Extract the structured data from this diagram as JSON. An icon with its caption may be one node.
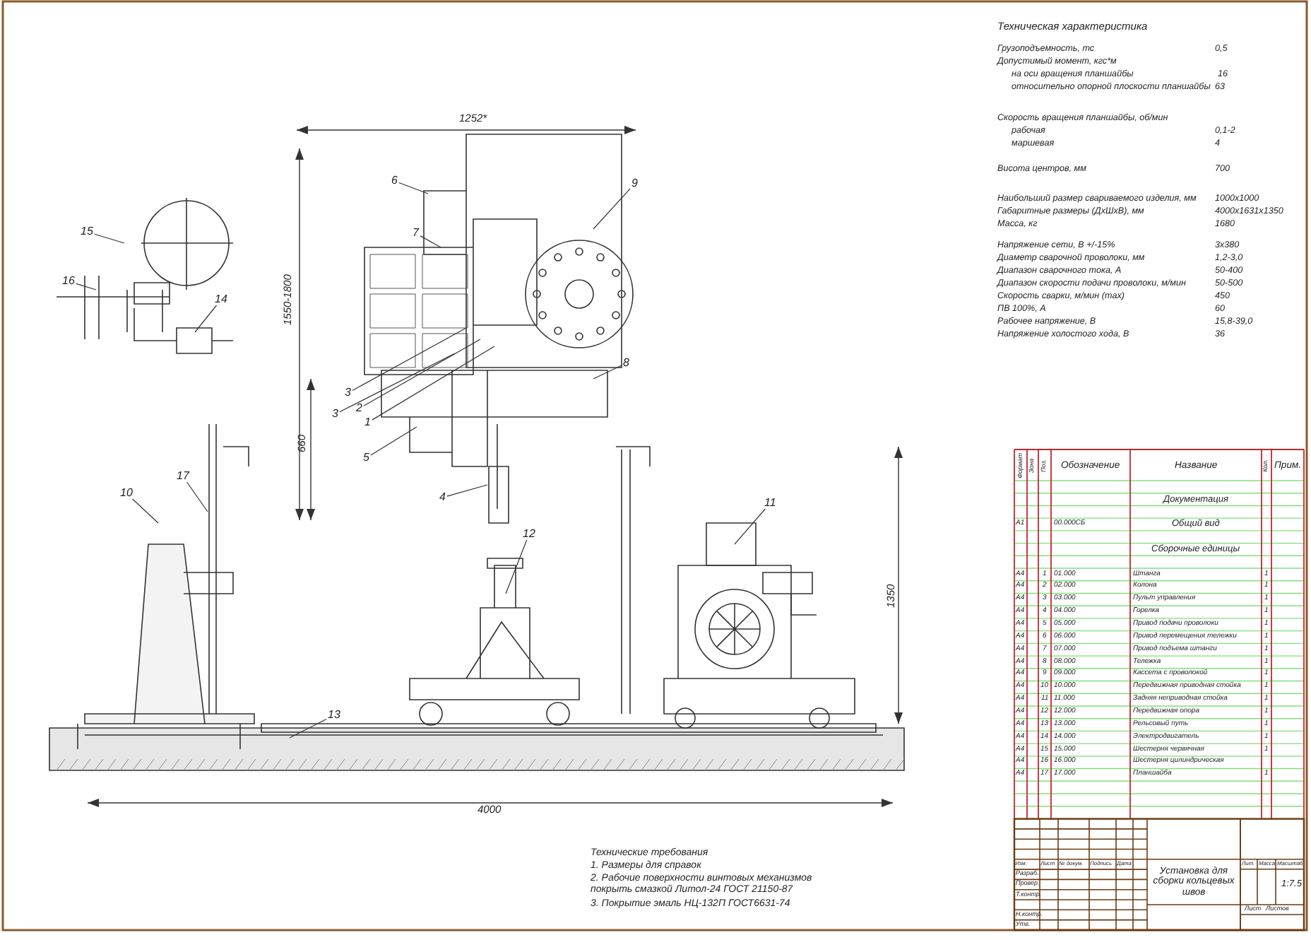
{
  "diagram": {
    "nodes": [
      {
        "text": [
          "6"
        ]
      },
      {
        "text": [
          "9"
        ]
      },
      {
        "text": [
          "7"
        ]
      },
      {
        "text": [
          "15"
        ]
      },
      {
        "text": [
          "16"
        ]
      },
      {
        "text": [
          "14"
        ]
      },
      {
        "text": [
          "8"
        ]
      },
      {
        "text": [
          "3"
        ]
      },
      {
        "text": [
          "2"
        ]
      },
      {
        "text": [
          "3"
        ]
      },
      {
        "text": [
          "1"
        ]
      },
      {
        "text": [
          "5"
        ]
      },
      {
        "text": [
          "4"
        ]
      },
      {
        "text": [
          "10"
        ]
      },
      {
        "text": [
          "17"
        ]
      },
      {
        "text": [
          "11"
        ]
      },
      {
        "text": [
          "12"
        ]
      },
      {
        "text": [
          "13"
        ]
      }
    ],
    "edges": [
      {
        "from": 0,
        "to": null,
        "arrow": "none"
      },
      {
        "from": 1,
        "to": null,
        "arrow": "none"
      },
      {
        "from": 2,
        "to": null,
        "arrow": "none"
      },
      {
        "from": 3,
        "to": null,
        "arrow": "none"
      },
      {
        "from": 4,
        "to": null,
        "arrow": "none"
      },
      {
        "from": 5,
        "to": null,
        "arrow": "none"
      },
      {
        "from": 6,
        "to": null,
        "arrow": "none"
      },
      {
        "from": 7,
        "to": null,
        "arrow": "none"
      },
      {
        "from": 8,
        "to": null,
        "arrow": "none"
      },
      {
        "from": 9,
        "to": null,
        "arrow": "none"
      },
      {
        "from": 10,
        "to": null,
        "arrow": "none"
      },
      {
        "from": 11,
        "to": null,
        "arrow": "none"
      },
      {
        "from": 12,
        "to": null,
        "arrow": "none"
      },
      {
        "from": 13,
        "to": null,
        "arrow": "none"
      },
      {
        "from": 14,
        "to": null,
        "arrow": "none"
      },
      {
        "from": 15,
        "to": null,
        "arrow": "none"
      },
      {
        "from": 16,
        "to": null,
        "arrow": "none"
      },
      {
        "from": 17,
        "to": null,
        "arrow": "none"
      }
    ],
    "labels": [
      "Техническая характеристика",
      "Грузоподъемность, тс",
      "0,5",
      "Допустимый момент, кгс*м",
      "на оси вращения планшайбы",
      "16",
      "относительно опорной плоскости планшайбы",
      "63",
      "Скорость вращения планшайбы, об/мин",
      "рабочая",
      "0,1-2",
      "маршевая",
      "4",
      "Висота центров, мм",
      "700",
      "Наибольший размер свариваемого изделия, мм",
      "1000x1000",
      "Габаритные размеры (ДхШхВ), мм",
      "4000x1631x1350",
      "Масса, кг",
      "1680",
      "Напряжение сети, В +/-15%",
      "3x380",
      "Диаметр сварочной проволоки, мм",
      "1,2-3,0",
      "Диапазон сварочного тока, А",
      "50-400",
      "Диапазон скорости подачи проволоки, м/мин",
      "50-500",
      "Скорость сварки, м/мин (max)",
      "450",
      "ПВ 100%, А",
      "60",
      "Рабочее напряжение, В",
      "15,8-39,0",
      "Напряжение холостого хода, В",
      "36",
      "1252*",
      "1550-1800",
      "660",
      "1350",
      "4000",
      "Технические требования",
      "1. Размеры для справок",
      "2. Рабочие поверхности винтовых механизмов покрыть смазкой Литол-24 ГОСТ 21150-87",
      "3. Покрытие эмаль НЦ-132П ГОСТ6631-74",
      "Формат",
      "Зона",
      "Поз.",
      "Обозначение",
      "Название",
      "Кол.",
      "Прим.",
      "Документация",
      "А1",
      "00.000СБ",
      "Общий вид",
      "Сборочные единицы",
      "А4",
      "1",
      "01.000",
      "Штанга",
      "1",
      "А4",
      "2",
      "02.000",
      "Колона",
      "1",
      "А4",
      "3",
      "03.000",
      "Пульт управления",
      "1",
      "А4",
      "4",
      "04.000",
      "Горелка",
      "1",
      "А4",
      "5",
      "05.000",
      "Привод подачи проволоки",
      "1",
      "А4",
      "6",
      "06.000",
      "Привод перемещения тележки",
      "1",
      "А4",
      "7",
      "07.000",
      "Привод подъема штанги",
      "1",
      "А4",
      "8",
      "08.000",
      "Тележка",
      "1",
      "А4",
      "9",
      "09.000",
      "Кассета с проволокой",
      "1",
      "А4",
      "10",
      "10.000",
      "Передвижная приводная стойка",
      "1",
      "А4",
      "11",
      "11.000",
      "Задняя неприводная стойка",
      "1",
      "А4",
      "12",
      "12.000",
      "Передвижная опора",
      "1",
      "А4",
      "13",
      "13.000",
      "Рельсовый путь",
      "1",
      "А4",
      "14",
      "14.000",
      "Электродвигатель",
      "1",
      "А4",
      "15",
      "15.000",
      "Шестерня червячная",
      "1",
      "А4",
      "16",
      "16.000",
      "Шестерня цилиндрическая",
      "А4",
      "17",
      "17.000",
      "Планшайба",
      "1",
      "Изм.",
      "Лист",
      "№ докум.",
      "Подпись",
      "Дата",
      "Разраб.",
      "Провер.",
      "Т.контр.",
      "Н.контр.",
      "Утв.",
      "Установка для сборки кольцевых швов",
      "Лит.",
      "Масса",
      "Масштаб",
      "1:7.5",
      "Лист",
      "Листов"
    ]
  }
}
